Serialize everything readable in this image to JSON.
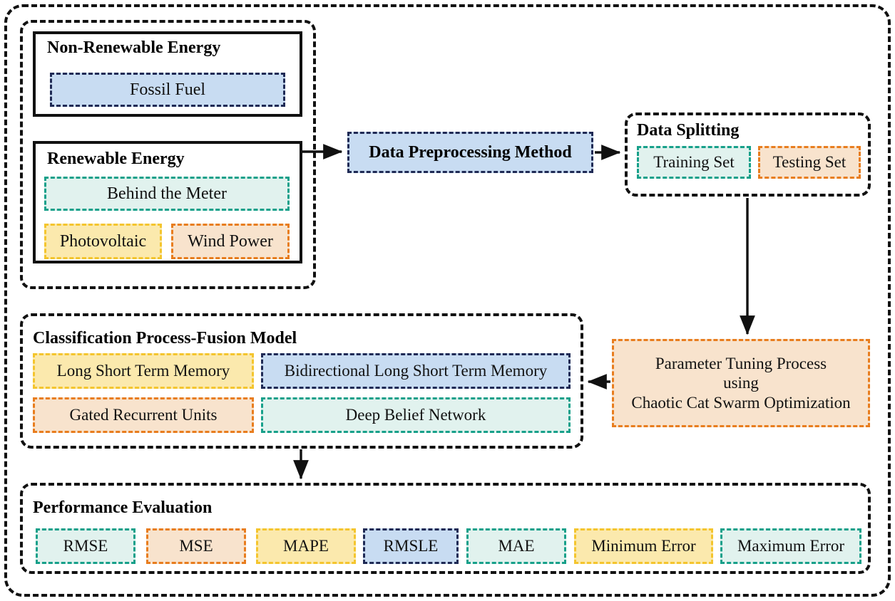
{
  "figure": {
    "kind": "flowchart",
    "background": "#ffffff",
    "stroke": "#111111"
  },
  "palette": {
    "blue_fill": "#c8dcf2",
    "blue_border": "#1f2a55",
    "teal_fill": "#e1f2ee",
    "teal_border": "#17a08a",
    "yellow_fill": "#fbe9ad",
    "yellow_border": "#f4c52e",
    "orange_fill": "#f8e3cd",
    "orange_border": "#e87d1e",
    "line": "#111111"
  },
  "energy_sources": {
    "non_renewable": {
      "title": "Non-Renewable Energy",
      "items": [
        {
          "label": "Fossil Fuel",
          "theme": "blue"
        }
      ]
    },
    "renewable": {
      "title": "Renewable Energy",
      "items": [
        {
          "label": "Behind the Meter",
          "theme": "teal"
        },
        {
          "label": "Photovoltaic",
          "theme": "yellow"
        },
        {
          "label": "Wind Power",
          "theme": "orange"
        }
      ]
    }
  },
  "preprocessing": {
    "label": "Data Preprocessing Method",
    "theme": "blue"
  },
  "data_splitting": {
    "title": "Data Splitting",
    "items": [
      {
        "label": "Training Set",
        "theme": "teal"
      },
      {
        "label": "Testing Set",
        "theme": "orange"
      }
    ]
  },
  "parameter_tuning": {
    "theme": "orange",
    "line1": "Parameter Tuning Process",
    "line2": "using",
    "line3": "Chaotic Cat Swarm Optimization"
  },
  "classification": {
    "title": "Classification Process-Fusion Model",
    "items": [
      {
        "label": "Long Short Term Memory",
        "theme": "yellow"
      },
      {
        "label": "Bidirectional Long Short Term Memory",
        "theme": "blue"
      },
      {
        "label": "Gated Recurrent Units",
        "theme": "orange"
      },
      {
        "label": "Deep Belief Network",
        "theme": "teal"
      }
    ]
  },
  "performance_evaluation": {
    "title": "Performance Evaluation",
    "metrics": [
      {
        "label": "RMSE",
        "theme": "teal"
      },
      {
        "label": "MSE",
        "theme": "orange"
      },
      {
        "label": "MAPE",
        "theme": "yellow"
      },
      {
        "label": "RMSLE",
        "theme": "blue"
      },
      {
        "label": "MAE",
        "theme": "teal"
      },
      {
        "label": "Minimum Error",
        "theme": "yellow"
      },
      {
        "label": "Maximum Error",
        "theme": "teal"
      }
    ]
  },
  "connections": [
    {
      "name": "renewable-to-preprocessing",
      "direction": "right"
    },
    {
      "name": "preprocessing-to-splitting",
      "direction": "right"
    },
    {
      "name": "splitting-to-parameter-tuning",
      "direction": "down"
    },
    {
      "name": "parameter-tuning-to-classification",
      "direction": "left"
    },
    {
      "name": "classification-to-performance",
      "direction": "down"
    }
  ]
}
